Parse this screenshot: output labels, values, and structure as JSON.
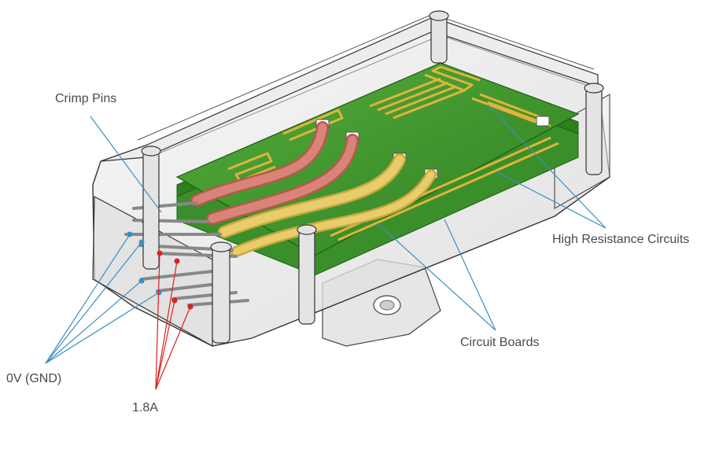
{
  "labels": {
    "crimp_pins": "Crimp Pins",
    "high_resistance_circuits": "High Resistance Circuits",
    "circuit_boards": "Circuit Boards",
    "ground": "0V (GND)",
    "current": "1.8A"
  },
  "colors": {
    "pcb_green": "#3f9a2c",
    "trace_gold": "#e0b43a",
    "wire_red": "#d98478",
    "wire_yellow": "#e9cc6c",
    "leader_blue": "#3b8fc2",
    "leader_red": "#e02020",
    "housing_outline": "#3a3a3a"
  }
}
